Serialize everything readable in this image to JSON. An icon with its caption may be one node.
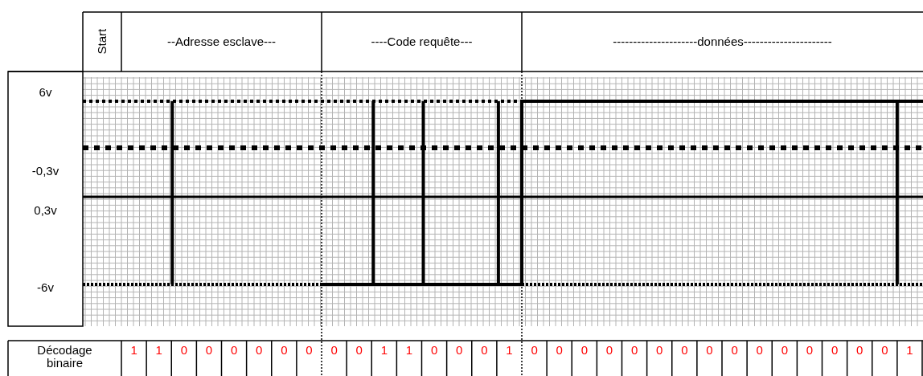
{
  "diagram": {
    "labels": [
      "Start",
      "--Adresse esclave---",
      "----Code requête---",
      "---------------------données----------------------",
      "6v",
      "-0,3v",
      "0,3v",
      "-6v",
      "Décodage binaire",
      "1",
      "1",
      "0",
      "0",
      "0",
      "0",
      "0",
      "0",
      "0",
      "0",
      "1",
      "1",
      "0",
      "0",
      "0",
      "1",
      "0",
      "0",
      "0",
      "0",
      "0",
      "0",
      "0",
      "0",
      "0",
      "0",
      "0",
      "0",
      "0",
      "0",
      "0",
      "1"
    ]
  }
}
